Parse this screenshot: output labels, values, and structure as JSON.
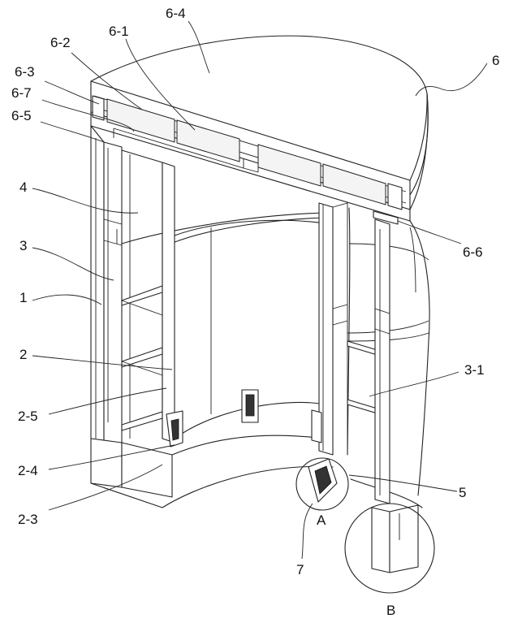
{
  "labels": {
    "l6_4": "6-4",
    "l6_1": "6-1",
    "l6_2": "6-2",
    "l6_3": "6-3",
    "l6_7": "6-7",
    "l6_5": "6-5",
    "l6": "6",
    "l4": "4",
    "l3": "3",
    "l1": "1",
    "l6_6": "6-6",
    "l2": "2",
    "l3_1": "3-1",
    "l2_5": "2-5",
    "l2_4": "2-4",
    "l2_3": "2-3",
    "l5": "5",
    "lA": "A",
    "l7": "7",
    "lB": "B"
  }
}
